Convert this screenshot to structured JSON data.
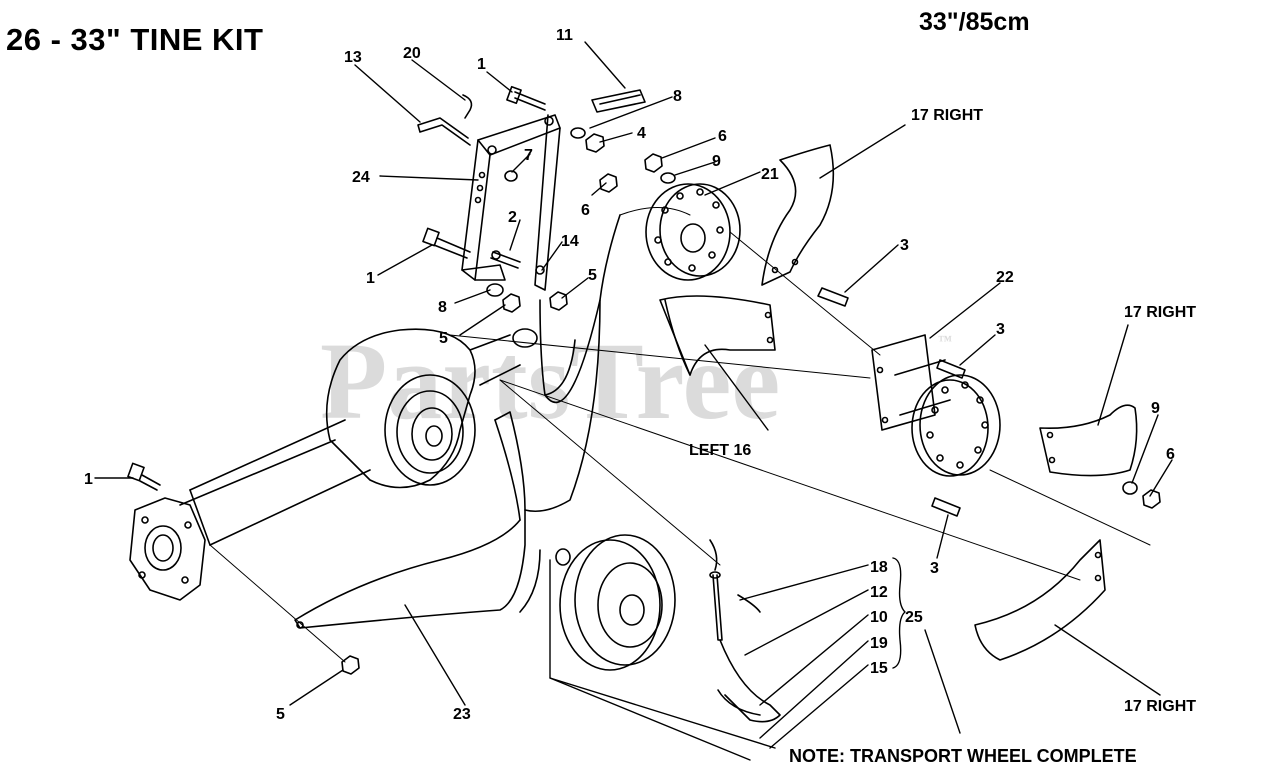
{
  "title": "26 - 33\" TINE KIT",
  "size": "33\"/85cm",
  "note": "NOTE:  TRANSPORT WHEEL COMPLETE",
  "watermark": "PartsTree",
  "watermark_tm": "™",
  "callouts": {
    "c11": "11",
    "c13": "13",
    "c20": "20",
    "c1_top": "1",
    "c8_top": "8",
    "c4": "4",
    "c6_a": "6",
    "c9_a": "9",
    "c7": "7",
    "c24": "24",
    "c21": "21",
    "c17_right_a": "17 RIGHT",
    "c6_b": "6",
    "c2": "2",
    "c14": "14",
    "c1_mid": "1",
    "c3_a": "3",
    "c22": "22",
    "c5_a": "5",
    "c8_mid": "8",
    "c5_b": "5",
    "c17_right_b": "17 RIGHT",
    "c3_b": "3",
    "c9_b": "9",
    "c6_c": "6",
    "c16_left": "LEFT  16",
    "c1_left": "1",
    "c3_c": "3",
    "c18": "18",
    "c12": "12",
    "c10": "10",
    "c25": "25",
    "c19": "19",
    "c15": "15",
    "c17_right_c": "17 RIGHT",
    "c5_c": "5",
    "c23": "23"
  },
  "colors": {
    "line": "#000000",
    "watermark": "#cfcfcf",
    "background": "#ffffff"
  }
}
